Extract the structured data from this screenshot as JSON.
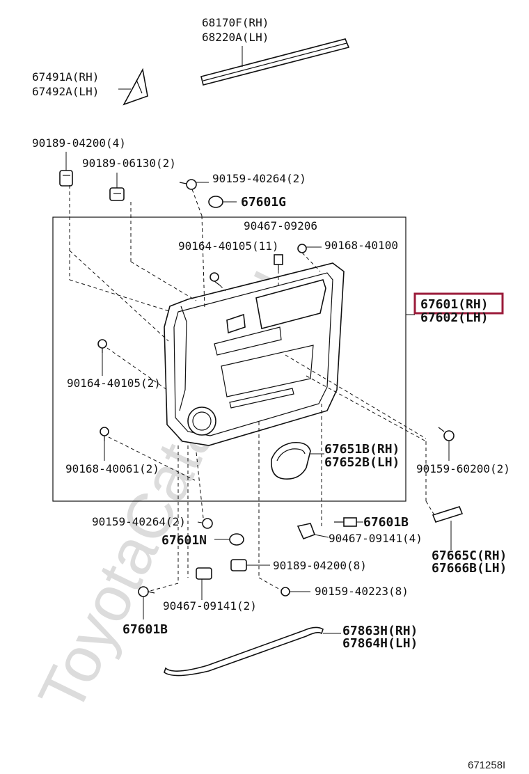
{
  "watermark": "ToyotaCatalog.ru",
  "highlight_color": "#9b1b3a",
  "diagram_code": "671258I",
  "labels": {
    "weatherstrip_rh": "68170F(RH)",
    "weatherstrip_lh": "68220A(LH)",
    "cover_rh": "67491A(RH)",
    "cover_lh": "67492A(LH)",
    "clip_a": "90189-04200(4)",
    "clip_b": "90189-06130(2)",
    "screw_a": "90159-40264(2)",
    "cap_g": "67601G",
    "clip_c": "90467-09206",
    "screw_b": "90164-40105(11)",
    "screw_c": "90168-40100",
    "panel_rh": "67601(RH)",
    "panel_lh": "67602(LH)",
    "screw_d": "90164-40105(2)",
    "grille_rh": "67651B(RH)",
    "grille_lh": "67652B(LH)",
    "screw_e": "90168-40061(2)",
    "screw_f": "90159-60200(2)",
    "screw_g": "90159-40264(2)",
    "cap_b1": "67601B",
    "cap_n": "67601N",
    "clip_d": "90467-09141(4)",
    "clip_e": "90189-04200(8)",
    "reflector_rh": "67665C(RH)",
    "reflector_lh": "67666B(LH)",
    "screw_h": "90159-40223(8)",
    "clip_f": "90467-09141(2)",
    "cap_b2": "67601B",
    "strip_rh": "67863H(RH)",
    "strip_lh": "67864H(LH)"
  }
}
